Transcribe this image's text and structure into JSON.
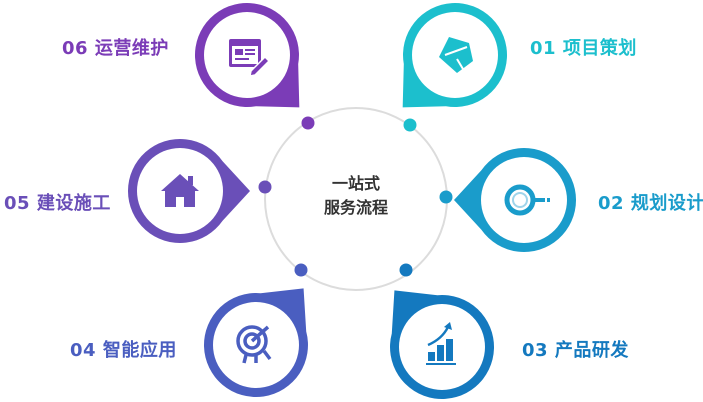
{
  "center": {
    "line1": "一站式",
    "line2": "服务流程"
  },
  "steps": [
    {
      "label": "01 项目策划",
      "color": "#1cbfcd",
      "icon": "paper-plane-icon"
    },
    {
      "label": "02 规划设计",
      "color": "#1a9ccb",
      "icon": "magnifier-icon"
    },
    {
      "label": "03 产品研发",
      "color": "#1479bf",
      "icon": "growth-chart-icon"
    },
    {
      "label": "04 智能应用",
      "color": "#4a5ec0",
      "icon": "target-icon"
    },
    {
      "label": "05 建设施工",
      "color": "#6a4fb8",
      "icon": "house-icon"
    },
    {
      "label": "06 运营维护",
      "color": "#7b3cb7",
      "icon": "web-edit-icon"
    }
  ]
}
